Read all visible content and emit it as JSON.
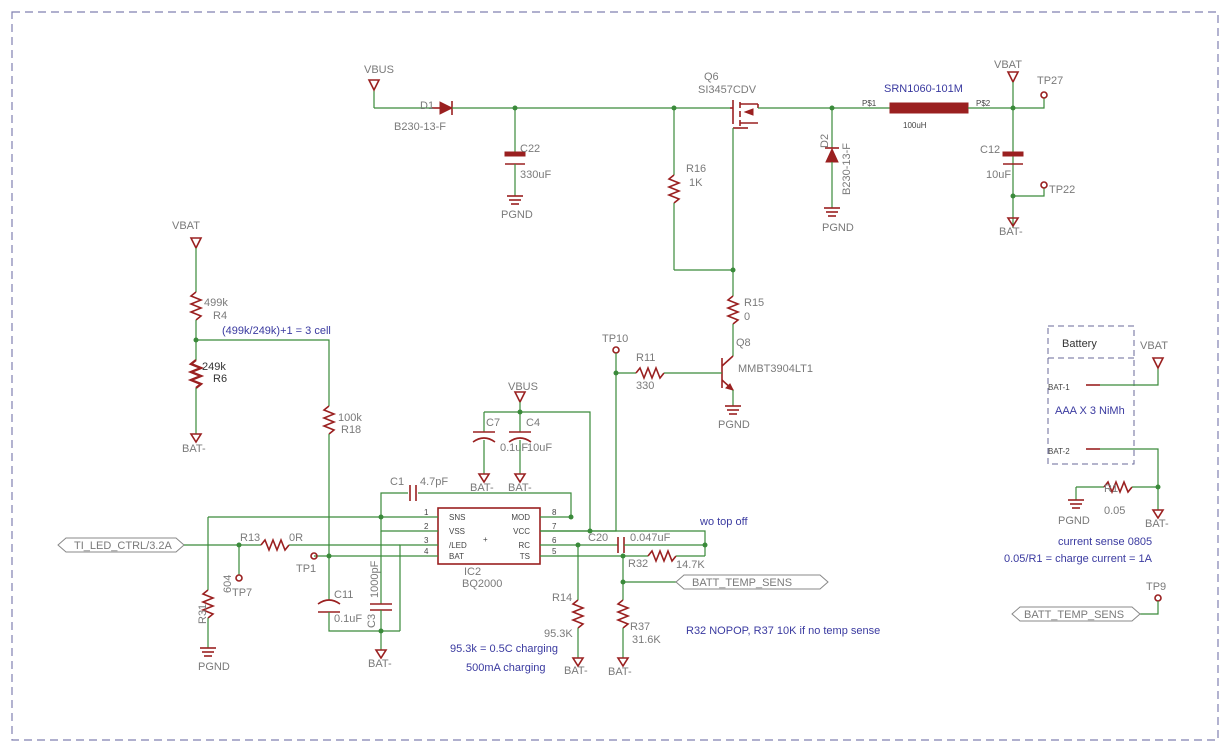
{
  "power_labels": {
    "vbus_top": "VBUS",
    "vbus_ic": "VBUS",
    "vbat_left": "VBAT",
    "vbat_right": "VBAT",
    "vbat_batt": "VBAT"
  },
  "ground_labels": {
    "pgnd_c22": "PGND",
    "pgnd_d2": "PGND",
    "pgnd_q8": "PGND",
    "pgnd_r31": "PGND",
    "pgnd_r1": "PGND",
    "batm_c12": "BAT-",
    "batm_r6": "BAT-",
    "batm_c7": "BAT-",
    "batm_c4": "BAT-",
    "batm_c3": "BAT-",
    "batm_r14": "BAT-",
    "batm_r37": "BAT-",
    "batm_r1": "BAT-"
  },
  "parts": {
    "d1": {
      "name": "D1",
      "value": "B230-13-F"
    },
    "c22": {
      "name": "C22",
      "value": "330uF"
    },
    "q6": {
      "name": "Q6",
      "value": "SI3457CDV"
    },
    "r16": {
      "name": "R16",
      "value": "1K"
    },
    "d2": {
      "name": "D2",
      "value": "B230-13-F"
    },
    "l1": {
      "name": "SRN1060-101M",
      "value": "100uH",
      "pin1": "P$1",
      "pin2": "P$2"
    },
    "c12": {
      "name": "C12",
      "value": "10uF"
    },
    "tp27": {
      "name": "TP27"
    },
    "tp22": {
      "name": "TP22"
    },
    "r4": {
      "name": "R4",
      "value": "499k"
    },
    "r6": {
      "name": "R6",
      "value": "249k"
    },
    "r15": {
      "name": "R15",
      "value": "0"
    },
    "q8": {
      "name": "Q8",
      "value": "MMBT3904LT1"
    },
    "r11": {
      "name": "R11",
      "value": "330"
    },
    "tp10": {
      "name": "TP10"
    },
    "r18": {
      "name": "R18",
      "value": "100k"
    },
    "c7": {
      "name": "C7",
      "value": "0.1uF"
    },
    "c4": {
      "name": "C4",
      "value": "10uF"
    },
    "c1": {
      "name": "C1",
      "value": "4.7pF"
    },
    "ic2": {
      "name": "IC2",
      "value": "BQ2000",
      "left_pins": [
        {
          "num": "1",
          "label": "SNS"
        },
        {
          "num": "2",
          "label": "VSS"
        },
        {
          "num": "3",
          "label": "/LED"
        },
        {
          "num": "4",
          "label": "BAT"
        }
      ],
      "right_pins": [
        {
          "num": "8",
          "label": "MOD"
        },
        {
          "num": "7",
          "label": "VCC"
        },
        {
          "num": "6",
          "label": "RC"
        },
        {
          "num": "5",
          "label": "TS"
        }
      ]
    },
    "c20": {
      "name": "C20",
      "value": "0.047uF"
    },
    "r32": {
      "name": "R32",
      "value": "14.7K"
    },
    "r13": {
      "name": "R13",
      "value": "0R"
    },
    "tp1": {
      "name": "TP1"
    },
    "tp7": {
      "name": "TP7"
    },
    "r31": {
      "name": "R31",
      "value": "604"
    },
    "c11": {
      "name": "C11",
      "value": "0.1uF"
    },
    "c3": {
      "name": "C3",
      "value": "1000pF"
    },
    "r14": {
      "name": "R14",
      "value": "95.3K"
    },
    "r37": {
      "name": "R37",
      "value": "31.6K"
    },
    "battery": {
      "name": "Battery",
      "value": "AAA X 3 NiMh",
      "pin1": "BAT-1",
      "pin2": "BAT-2"
    },
    "r1": {
      "name": "R1",
      "value": "0.05"
    },
    "tp9": {
      "name": "TP9"
    }
  },
  "net_ports": {
    "ti_led": "TI_LED_CTRL/3.2A",
    "batt_temp_mid": "BATT_TEMP_SENS",
    "batt_temp_right": "BATT_TEMP_SENS"
  },
  "notes": {
    "cell": "(499k/249k)+1 = 3 cell",
    "top_off": "wo top off",
    "charging_rate": "95.3k = 0.5C charging",
    "charging_ma": "500mA charging",
    "r32_note": "R32 NOPOP, R37 10K if no temp sense",
    "current_sense": "current sense 0805",
    "charge_current": "0.05/R1 = charge current = 1A"
  }
}
